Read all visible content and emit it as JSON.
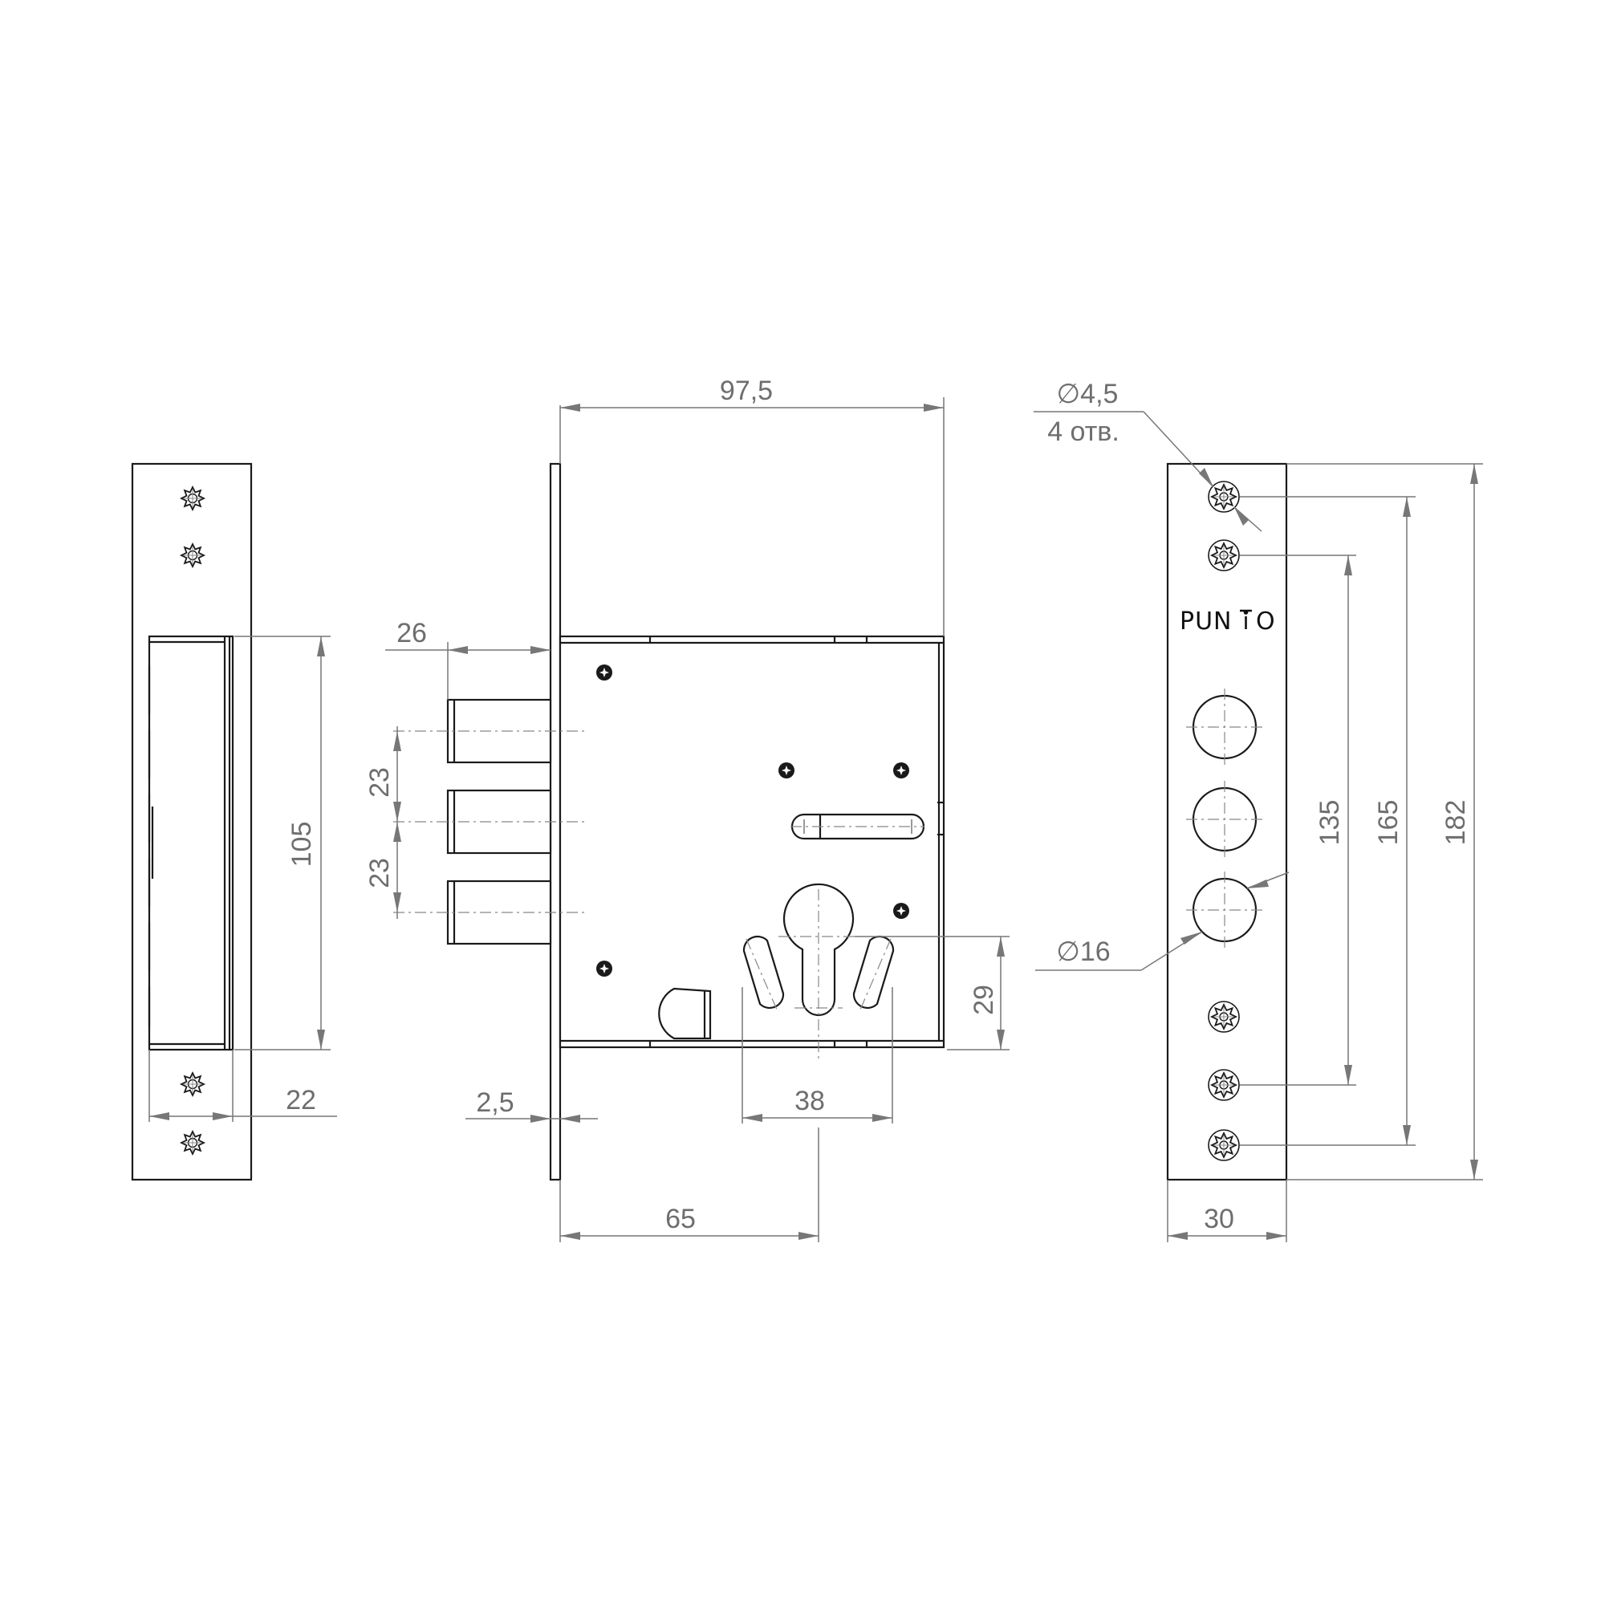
{
  "dimensions": {
    "depth_total": "97,5",
    "bolt_projection": "26",
    "bolt_spacing_1": "23",
    "bolt_spacing_2": "23",
    "faceplate_thickness": "2,5",
    "backset": "65",
    "screw_spacing": "38",
    "cylinder_offset": "29",
    "strike_box_height": "105",
    "strike_box_depth": "22",
    "faceplate_width": "30",
    "hole_spacing_inner": "135",
    "hole_spacing_outer": "165",
    "faceplate_length": "182"
  },
  "callouts": {
    "screw_hole_diameter": "∅4,5",
    "screw_hole_count": "4 отв.",
    "bolt_diameter": "∅16"
  },
  "logo": {
    "text": "PUNTO",
    "lettering": "PUN",
    "lettering_tail": "O"
  }
}
